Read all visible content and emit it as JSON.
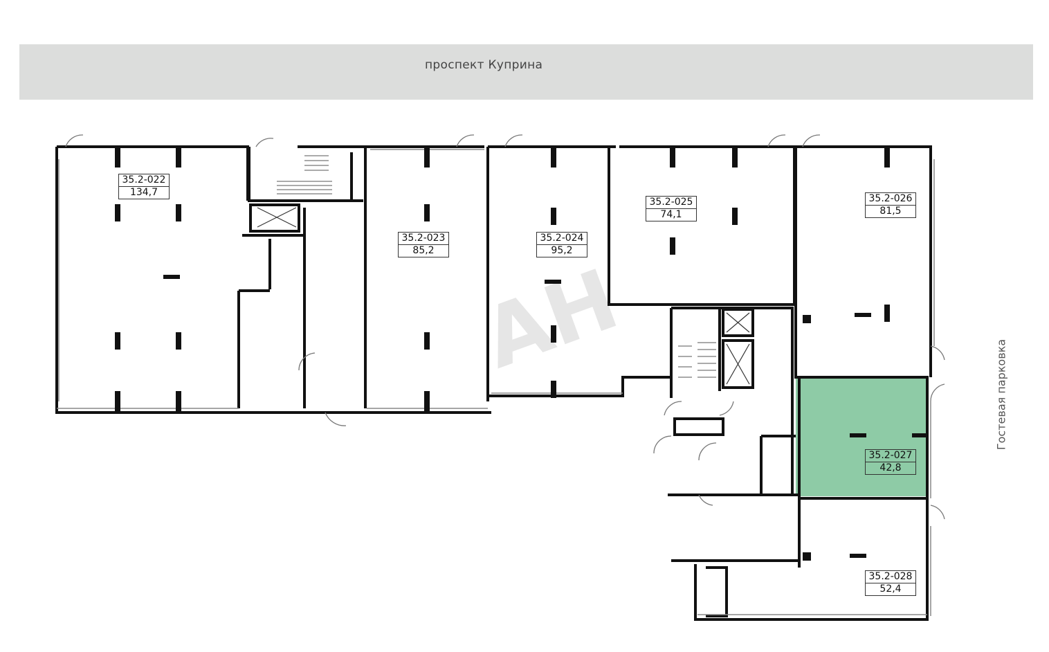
{
  "street": {
    "label": "проспект Куприна"
  },
  "parking": {
    "label": "Гостевая парковка"
  },
  "colors": {
    "selected": "#8ecba6",
    "walls": "#111111",
    "street": "#dcdddc"
  },
  "units": [
    {
      "code": "35.2-022",
      "area": "134,7",
      "selected": false
    },
    {
      "code": "35.2-023",
      "area": "85,2",
      "selected": false
    },
    {
      "code": "35.2-024",
      "area": "95,2",
      "selected": false
    },
    {
      "code": "35.2-025",
      "area": "74,1",
      "selected": false
    },
    {
      "code": "35.2-026",
      "area": "81,5",
      "selected": false
    },
    {
      "code": "35.2-027",
      "area": "42,8",
      "selected": true
    },
    {
      "code": "35.2-028",
      "area": "52,4",
      "selected": false
    }
  ]
}
